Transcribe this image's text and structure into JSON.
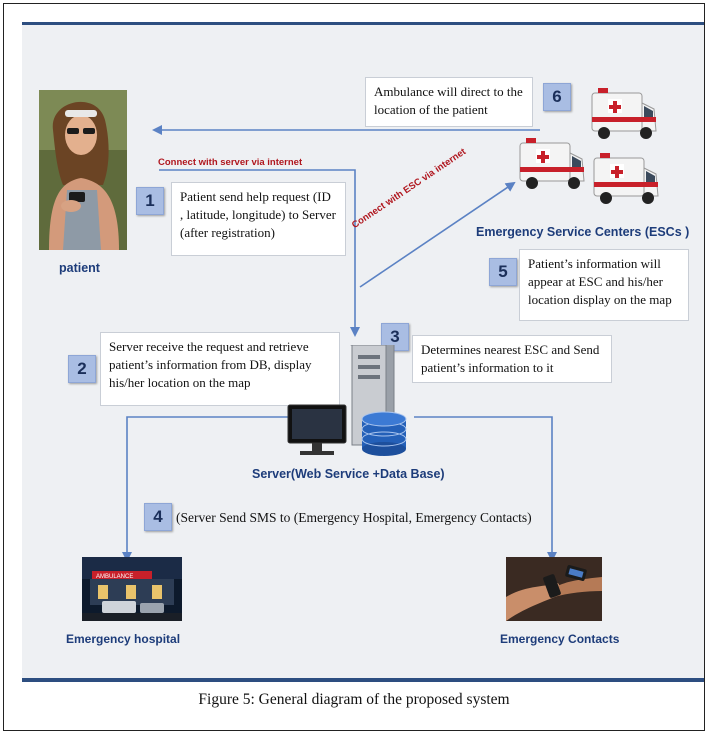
{
  "actors": {
    "patient": "patient",
    "esc": "Emergency  Service Centers (ESCs  )",
    "server": "Server(Web Service +Data Base)",
    "hospital": "Emergency hospital",
    "contacts": "Emergency Contacts"
  },
  "connections": {
    "server_internet": "Connect with server via internet",
    "esc_internet": "Connect with ESC via internet"
  },
  "steps": [
    {
      "num": "1",
      "text": "Patient send help request (ID , latitude, longitude)  to  Server (after registration)"
    },
    {
      "num": "2",
      "text": "Server receive the request and retrieve patient’s information from DB, display his/her location on the map"
    },
    {
      "num": "3",
      "text": "Determines  nearest  ESC and Send patient’s information to it"
    },
    {
      "num": "4",
      "text": "(Server Send SMS to (Emergency Hospital, Emergency Contacts)"
    },
    {
      "num": "5",
      "text": "Patient’s information will appear at ESC and  his/her location display on the map"
    },
    {
      "num": "6",
      "text": "Ambulance will direct to the location of the patient"
    }
  ],
  "ambulance_sign": "AMBULANCE",
  "caption": "Figure 5:  General diagram of the proposed system",
  "colors": {
    "panel_bg": "#eef0f3",
    "border_blue": "#2d4e80",
    "label_blue": "#1d3c7a",
    "connection_red": "#b0171f",
    "arrow_blue": "#5b82c4",
    "number_badge": "#a9bde3"
  }
}
